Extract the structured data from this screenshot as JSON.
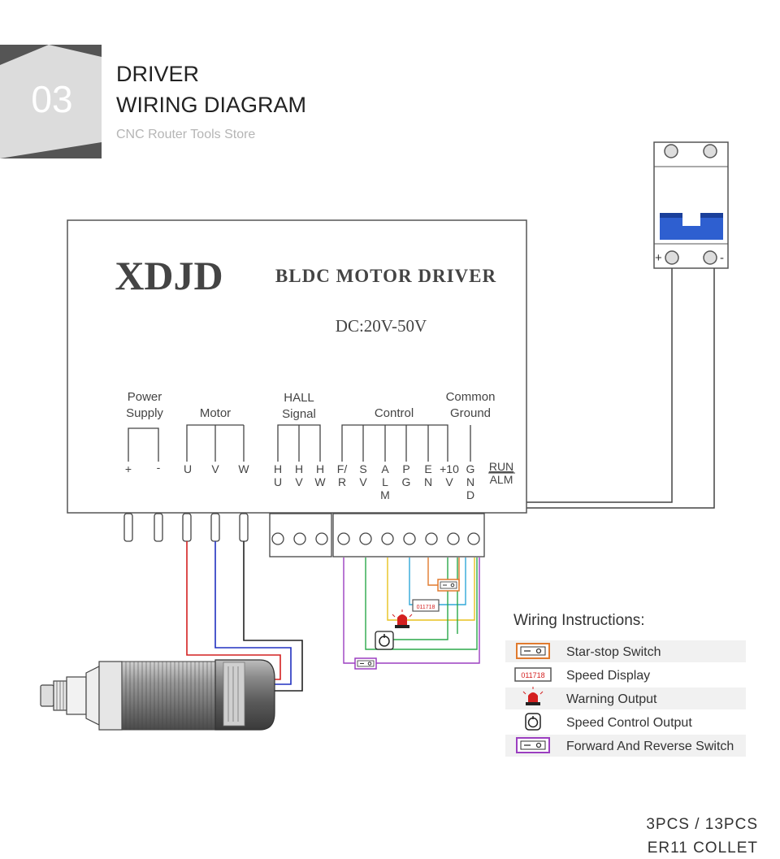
{
  "header": {
    "number": "03",
    "title_line1": "DRIVER",
    "title_line2": "WIRING DIAGRAM",
    "store": "CNC Router Tools Store"
  },
  "driver": {
    "brand": "XDJD",
    "model": "BLDC MOTOR DRIVER",
    "voltage": "DC:20V-50V",
    "groups": {
      "power_1": "Power",
      "power_2": "Supply",
      "motor": "Motor",
      "hall_1": "HALL",
      "hall_2": "Signal",
      "control": "Control",
      "ground_1": "Common",
      "ground_2": "Ground"
    },
    "terminals": {
      "plus": "+",
      "minus": "-",
      "u": "U",
      "v": "V",
      "w": "W",
      "hu_1": "H",
      "hu_2": "U",
      "hv_1": "H",
      "hv_2": "V",
      "hw_1": "H",
      "hw_2": "W",
      "fr_1": "F/",
      "fr_2": "R",
      "sv_1": "S",
      "sv_2": "V",
      "alm_1": "A",
      "alm_2": "L",
      "alm_3": "M",
      "pg_1": "P",
      "pg_2": "G",
      "en_1": "E",
      "en_2": "N",
      "v10_1": "+10",
      "v10_2": "V",
      "gnd_1": "G",
      "gnd_2": "N",
      "gnd_3": "D"
    },
    "run_label": "RUN",
    "alm_label": "ALM"
  },
  "breaker": {
    "plus": "+",
    "minus": "-"
  },
  "components": {
    "display_value": "011718"
  },
  "legend": {
    "title": "Wiring Instructions:",
    "items": [
      {
        "label": "Star-stop Switch",
        "icon": "switch-icon",
        "color": "#E07A2E"
      },
      {
        "label": "Speed Display",
        "icon": "display-icon",
        "color": "#555555"
      },
      {
        "label": "Warning Output",
        "icon": "warning-light-icon",
        "color": "#D42020"
      },
      {
        "label": "Speed Control Output",
        "icon": "knob-icon",
        "color": "#222222"
      },
      {
        "label": "Forward And Reverse Switch",
        "icon": "switch-icon",
        "color": "#9B3FC0"
      }
    ]
  },
  "footer": {
    "line1": "3PCS / 13PCS",
    "line2": "ER11 COLLET"
  },
  "colors": {
    "wire_red": "#D42020",
    "wire_blue": "#2030C0",
    "wire_purple": "#9B3FC0",
    "wire_green": "#2BA84A",
    "wire_yellow": "#E8C21E",
    "wire_cyan": "#30A8D8",
    "wire_orange": "#E07A2E",
    "breaker_blue": "#2E5FD0"
  }
}
